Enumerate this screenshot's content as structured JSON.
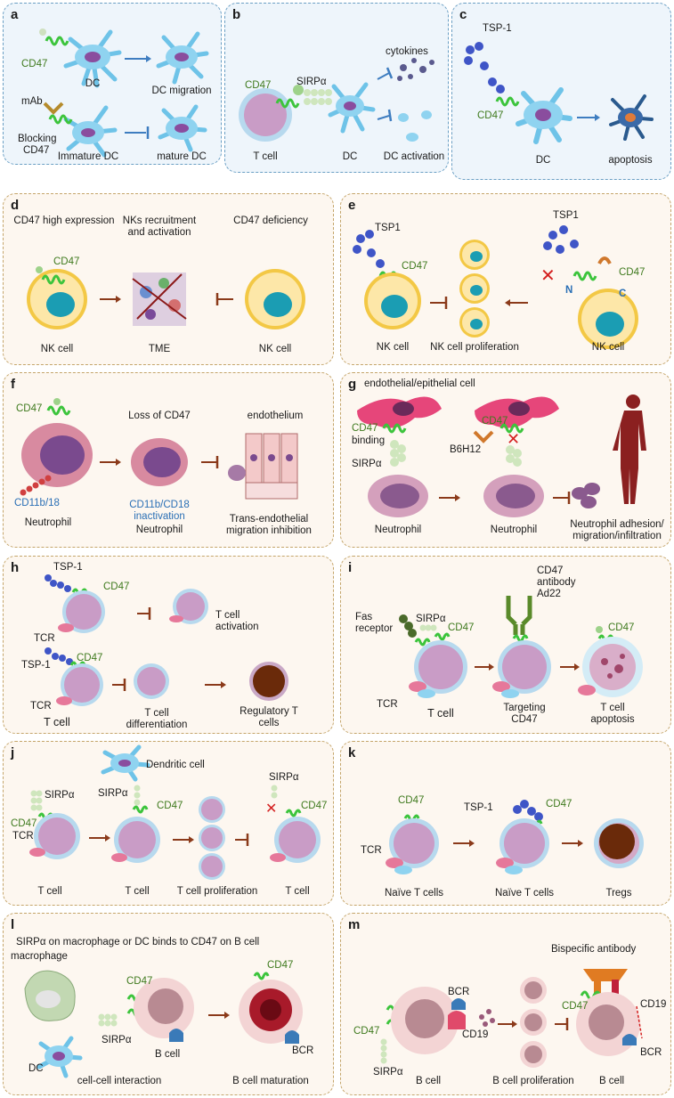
{
  "panels": {
    "a": {
      "label": "a",
      "cd47": "CD47",
      "dc": "DC",
      "dc_migration": "DC migration",
      "mab": "mAb",
      "blocking": "Blocking",
      "cd47b": "CD47",
      "immature": "Immature  DC",
      "mature": "mature  DC"
    },
    "b": {
      "label": "b",
      "cd47": "CD47",
      "sirpa": "SIRPα",
      "cytokines": "cytokines",
      "tcell": "T cell",
      "dc": "DC",
      "activation": "DC activation"
    },
    "c": {
      "label": "c",
      "tsp1": "TSP-1",
      "cd47": "CD47",
      "dc": "DC",
      "apoptosis": "apoptosis"
    },
    "d": {
      "label": "d",
      "high": "CD47 high expression",
      "nks1": "NKs recruitment",
      "nks2": "and activation",
      "deficiency": "CD47  deficiency",
      "cd47": "CD47",
      "nk1": "NK cell",
      "tme": "TME",
      "nk2": "NK cell"
    },
    "e": {
      "label": "e",
      "tsp1a": "TSP1",
      "cd47a": "CD47",
      "tsp1b": "TSP1",
      "cd47b": "CD47",
      "n": "N",
      "c": "C",
      "nk1": "NK cell",
      "prolif": "NK cell proliferation",
      "nk2": "NK cell"
    },
    "f": {
      "label": "f",
      "cd47": "CD47",
      "loss": "Loss of CD47",
      "endothelium": "endothelium",
      "cd11": "CD11b/18",
      "inact1": "CD11b/CD18",
      "inact2": "inactivation",
      "neut1": "Neutrophil",
      "neut2": "Neutrophil",
      "trans1": "Trans-endothelial",
      "trans2": "migration inhibition"
    },
    "g": {
      "label": "g",
      "endo": "endothelial/epithelial cell",
      "cd47a": "CD47",
      "binding": "binding",
      "cd47b": "CD47",
      "b6h12": "B6H12",
      "sirpa": "SIRPα",
      "neut1": "Neutrophil",
      "neut2": "Neutrophil",
      "adh1": "Neutrophil adhesion/",
      "adh2": "migration/infiltration"
    },
    "h": {
      "label": "h",
      "tsp1a": "TSP-1",
      "cd47a": "CD47",
      "tcr1": "TCR",
      "act1": "T cell",
      "act2": "activation",
      "cd47b": "CD47",
      "tsp1b": "TSP-1",
      "tcr2": "TCR",
      "tcell": "T cell",
      "diff1": "T cell",
      "diff2": "differentiation",
      "reg1": "Regulatory T",
      "reg2": "cells"
    },
    "i": {
      "label": "i",
      "fas1": "Fas",
      "fas2": "receptor",
      "sirpa": "SIRPα",
      "cd47a": "CD47",
      "ab1": "CD47",
      "ab2": "antibody",
      "ab3": "Ad22",
      "cd47b": "CD47",
      "tcr": "TCR",
      "tcell": "T cell",
      "target1": "Targeting",
      "target2": "CD47",
      "apo1": "T cell",
      "apo2": "apoptosis"
    },
    "j": {
      "label": "j",
      "sirpa1": "SIRPα",
      "dendritic": "Dendritic cell",
      "sirpa2": "SIRPα",
      "sirpa3": "SIRPα",
      "cd47a": "CD47",
      "cd47b": "CD47",
      "cd47c": "CD47",
      "tcr": "TCR",
      "t1": "T cell",
      "t2": "T cell",
      "prolif": "T cell proliferation",
      "t3": "T cell"
    },
    "k": {
      "label": "k",
      "cd47a": "CD47",
      "tsp1": "TSP-1",
      "cd47b": "CD47",
      "tcr": "TCR",
      "naive1": "Naïve T cells",
      "naive2": "Naïve T cells",
      "tregs": "Tregs"
    },
    "l": {
      "label": "l",
      "header": "SIRPα on macrophage or DC binds to CD47 on B cell",
      "macrophage": "macrophage",
      "cd47a": "CD47",
      "cd47b": "CD47",
      "sirpa": "SIRPα",
      "dc": "DC",
      "bcell": "B cell",
      "bcr": "BCR",
      "interaction": "cell-cell interaction",
      "maturation": "B cell maturation"
    },
    "m": {
      "label": "m",
      "bispecific": "Bispecific antibody",
      "bcr1": "BCR",
      "cd19a": "CD19",
      "cd47a": "CD47",
      "cd19b": "CD19",
      "cd47b": "CD47",
      "sirpa": "SIRPα",
      "bcr2": "BCR",
      "b1": "B cell",
      "prolif": "B cell proliferation",
      "b2": "B cell"
    }
  }
}
